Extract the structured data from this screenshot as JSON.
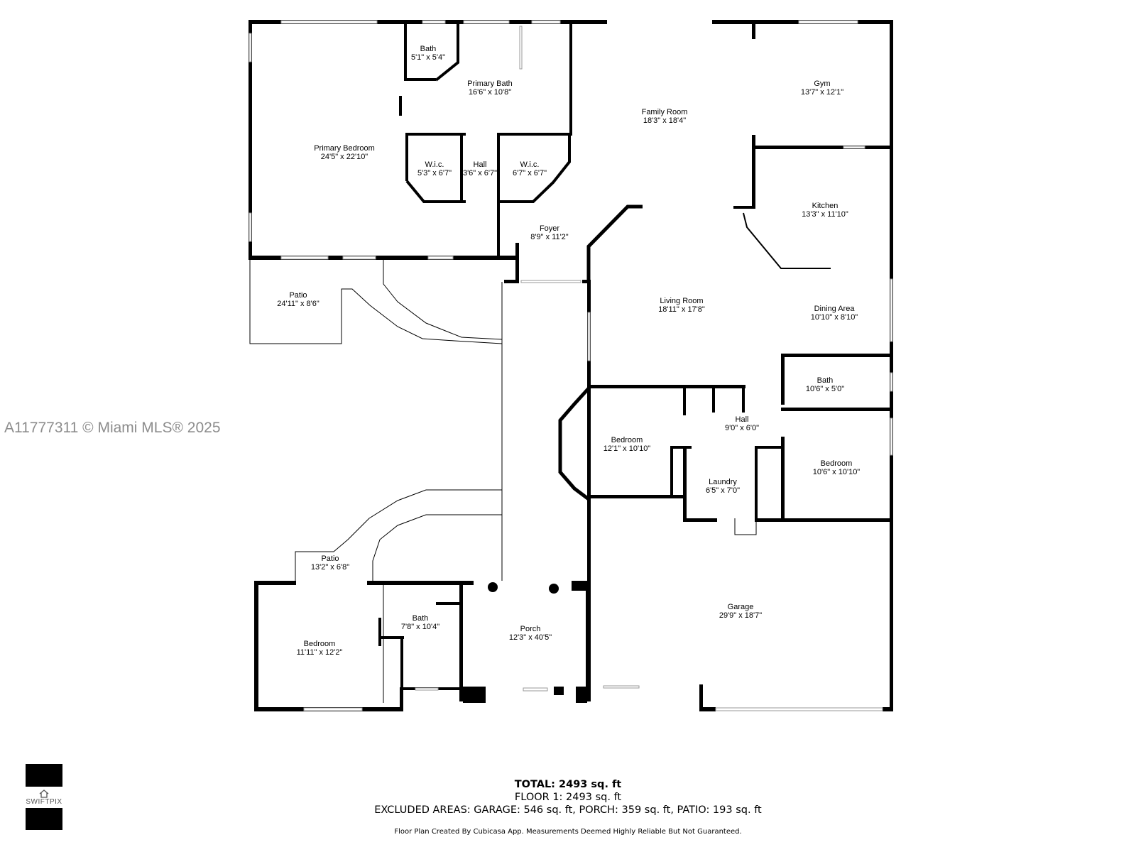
{
  "watermark": "A11777311 © Miami MLS® 2025",
  "rooms": [
    {
      "id": "primary-bedroom",
      "name": "Primary Bedroom",
      "dims": "24'5\" x 22'10\""
    },
    {
      "id": "bath-top",
      "name": "Bath",
      "dims": "5'1\" x 5'4\""
    },
    {
      "id": "primary-bath",
      "name": "Primary Bath",
      "dims": "16'6\" x 10'8\""
    },
    {
      "id": "wic-left",
      "name": "W.i.c.",
      "dims": "5'3\" x 6'7\""
    },
    {
      "id": "hall-top",
      "name": "Hall",
      "dims": "3'6\" x 6'7\""
    },
    {
      "id": "wic-right",
      "name": "W.i.c.",
      "dims": "6'7\" x 6'7\""
    },
    {
      "id": "family-room",
      "name": "Family Room",
      "dims": "18'3\" x 18'4\""
    },
    {
      "id": "gym",
      "name": "Gym",
      "dims": "13'7\" x 12'1\""
    },
    {
      "id": "kitchen",
      "name": "Kitchen",
      "dims": "13'3\" x 11'10\""
    },
    {
      "id": "foyer",
      "name": "Foyer",
      "dims": "8'9\" x 11'2\""
    },
    {
      "id": "patio-top",
      "name": "Patio",
      "dims": "24'11\" x 8'6\""
    },
    {
      "id": "living-room",
      "name": "Living Room",
      "dims": "18'11\" x 17'8\""
    },
    {
      "id": "dining-area",
      "name": "Dining Area",
      "dims": "10'10\" x 8'10\""
    },
    {
      "id": "bath-mid",
      "name": "Bath",
      "dims": "10'6\" x 5'0\""
    },
    {
      "id": "hall-mid",
      "name": "Hall",
      "dims": "9'0\" x 6'0\""
    },
    {
      "id": "bedroom-mid",
      "name": "Bedroom",
      "dims": "12'1\" x 10'10\""
    },
    {
      "id": "bedroom-right",
      "name": "Bedroom",
      "dims": "10'6\" x 10'10\""
    },
    {
      "id": "laundry",
      "name": "Laundry",
      "dims": "6'5\" x 7'0\""
    },
    {
      "id": "garage",
      "name": "Garage",
      "dims": "29'9\" x 18'7\""
    },
    {
      "id": "patio-bottom",
      "name": "Patio",
      "dims": "13'2\" x 6'8\""
    },
    {
      "id": "bath-bottom",
      "name": "Bath",
      "dims": "7'8\" x 10'4\""
    },
    {
      "id": "porch",
      "name": "Porch",
      "dims": "12'3\" x 40'5\""
    },
    {
      "id": "bedroom-bottom",
      "name": "Bedroom",
      "dims": "11'11\" x 12'2\""
    }
  ],
  "summary": {
    "total": "TOTAL: 2493 sq. ft",
    "floor": "FLOOR 1: 2493 sq. ft",
    "excluded": "EXCLUDED AREAS: GARAGE: 546 sq. ft, PORCH: 359 sq. ft, PATIO: 193 sq. ft",
    "disclaimer": "Floor Plan Created By Cubicasa App. Measurements Deemed Highly Reliable But Not Guaranteed."
  },
  "logo": {
    "brand": "SWIFTPIX"
  }
}
